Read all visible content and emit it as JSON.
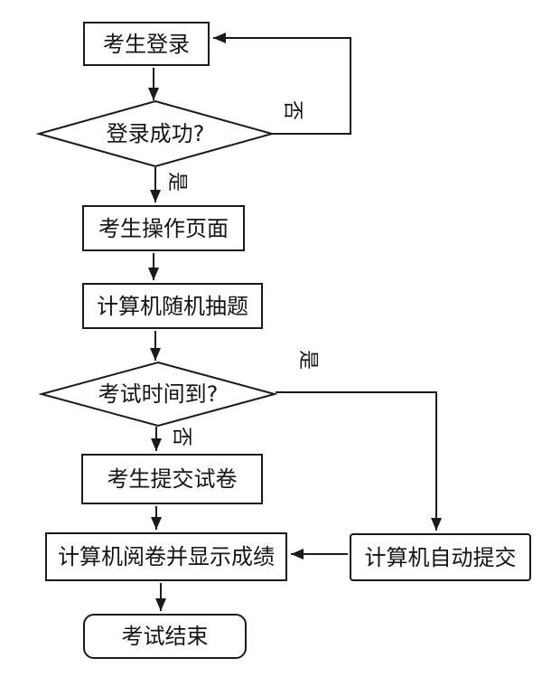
{
  "diagram": {
    "type": "flowchart",
    "language": "zh-CN",
    "colors": {
      "line": "#1a1a1a",
      "background": "#ffffff",
      "text": "#141414"
    },
    "nodes": {
      "login": {
        "label": "考生登录",
        "shape": "process"
      },
      "login_success": {
        "label": "登录成功?",
        "shape": "decision"
      },
      "exam_page": {
        "label": "考生操作页面",
        "shape": "process"
      },
      "random_questions": {
        "label": "计算机随机抽题",
        "shape": "process"
      },
      "time_up": {
        "label": "考试时间到?",
        "shape": "decision"
      },
      "submit_paper": {
        "label": "考生提交试卷",
        "shape": "process"
      },
      "grade_display": {
        "label": "计算机阅卷并显示成绩",
        "shape": "process"
      },
      "auto_submit": {
        "label": "计算机自动提交",
        "shape": "process"
      },
      "exam_end": {
        "label": "考试结束",
        "shape": "terminator"
      }
    },
    "edge_labels": {
      "no1": "否",
      "yes1": "是",
      "yes2": "是",
      "no2": "否"
    },
    "edges": [
      {
        "from": "login",
        "to": "login_success",
        "label": ""
      },
      {
        "from": "login_success",
        "to": "login",
        "label": "否"
      },
      {
        "from": "login_success",
        "to": "exam_page",
        "label": "是"
      },
      {
        "from": "exam_page",
        "to": "random_questions",
        "label": ""
      },
      {
        "from": "random_questions",
        "to": "time_up",
        "label": ""
      },
      {
        "from": "time_up",
        "to": "submit_paper",
        "label": "否"
      },
      {
        "from": "time_up",
        "to": "auto_submit",
        "label": "是"
      },
      {
        "from": "submit_paper",
        "to": "grade_display",
        "label": ""
      },
      {
        "from": "auto_submit",
        "to": "grade_display",
        "label": ""
      },
      {
        "from": "grade_display",
        "to": "exam_end",
        "label": ""
      }
    ]
  }
}
